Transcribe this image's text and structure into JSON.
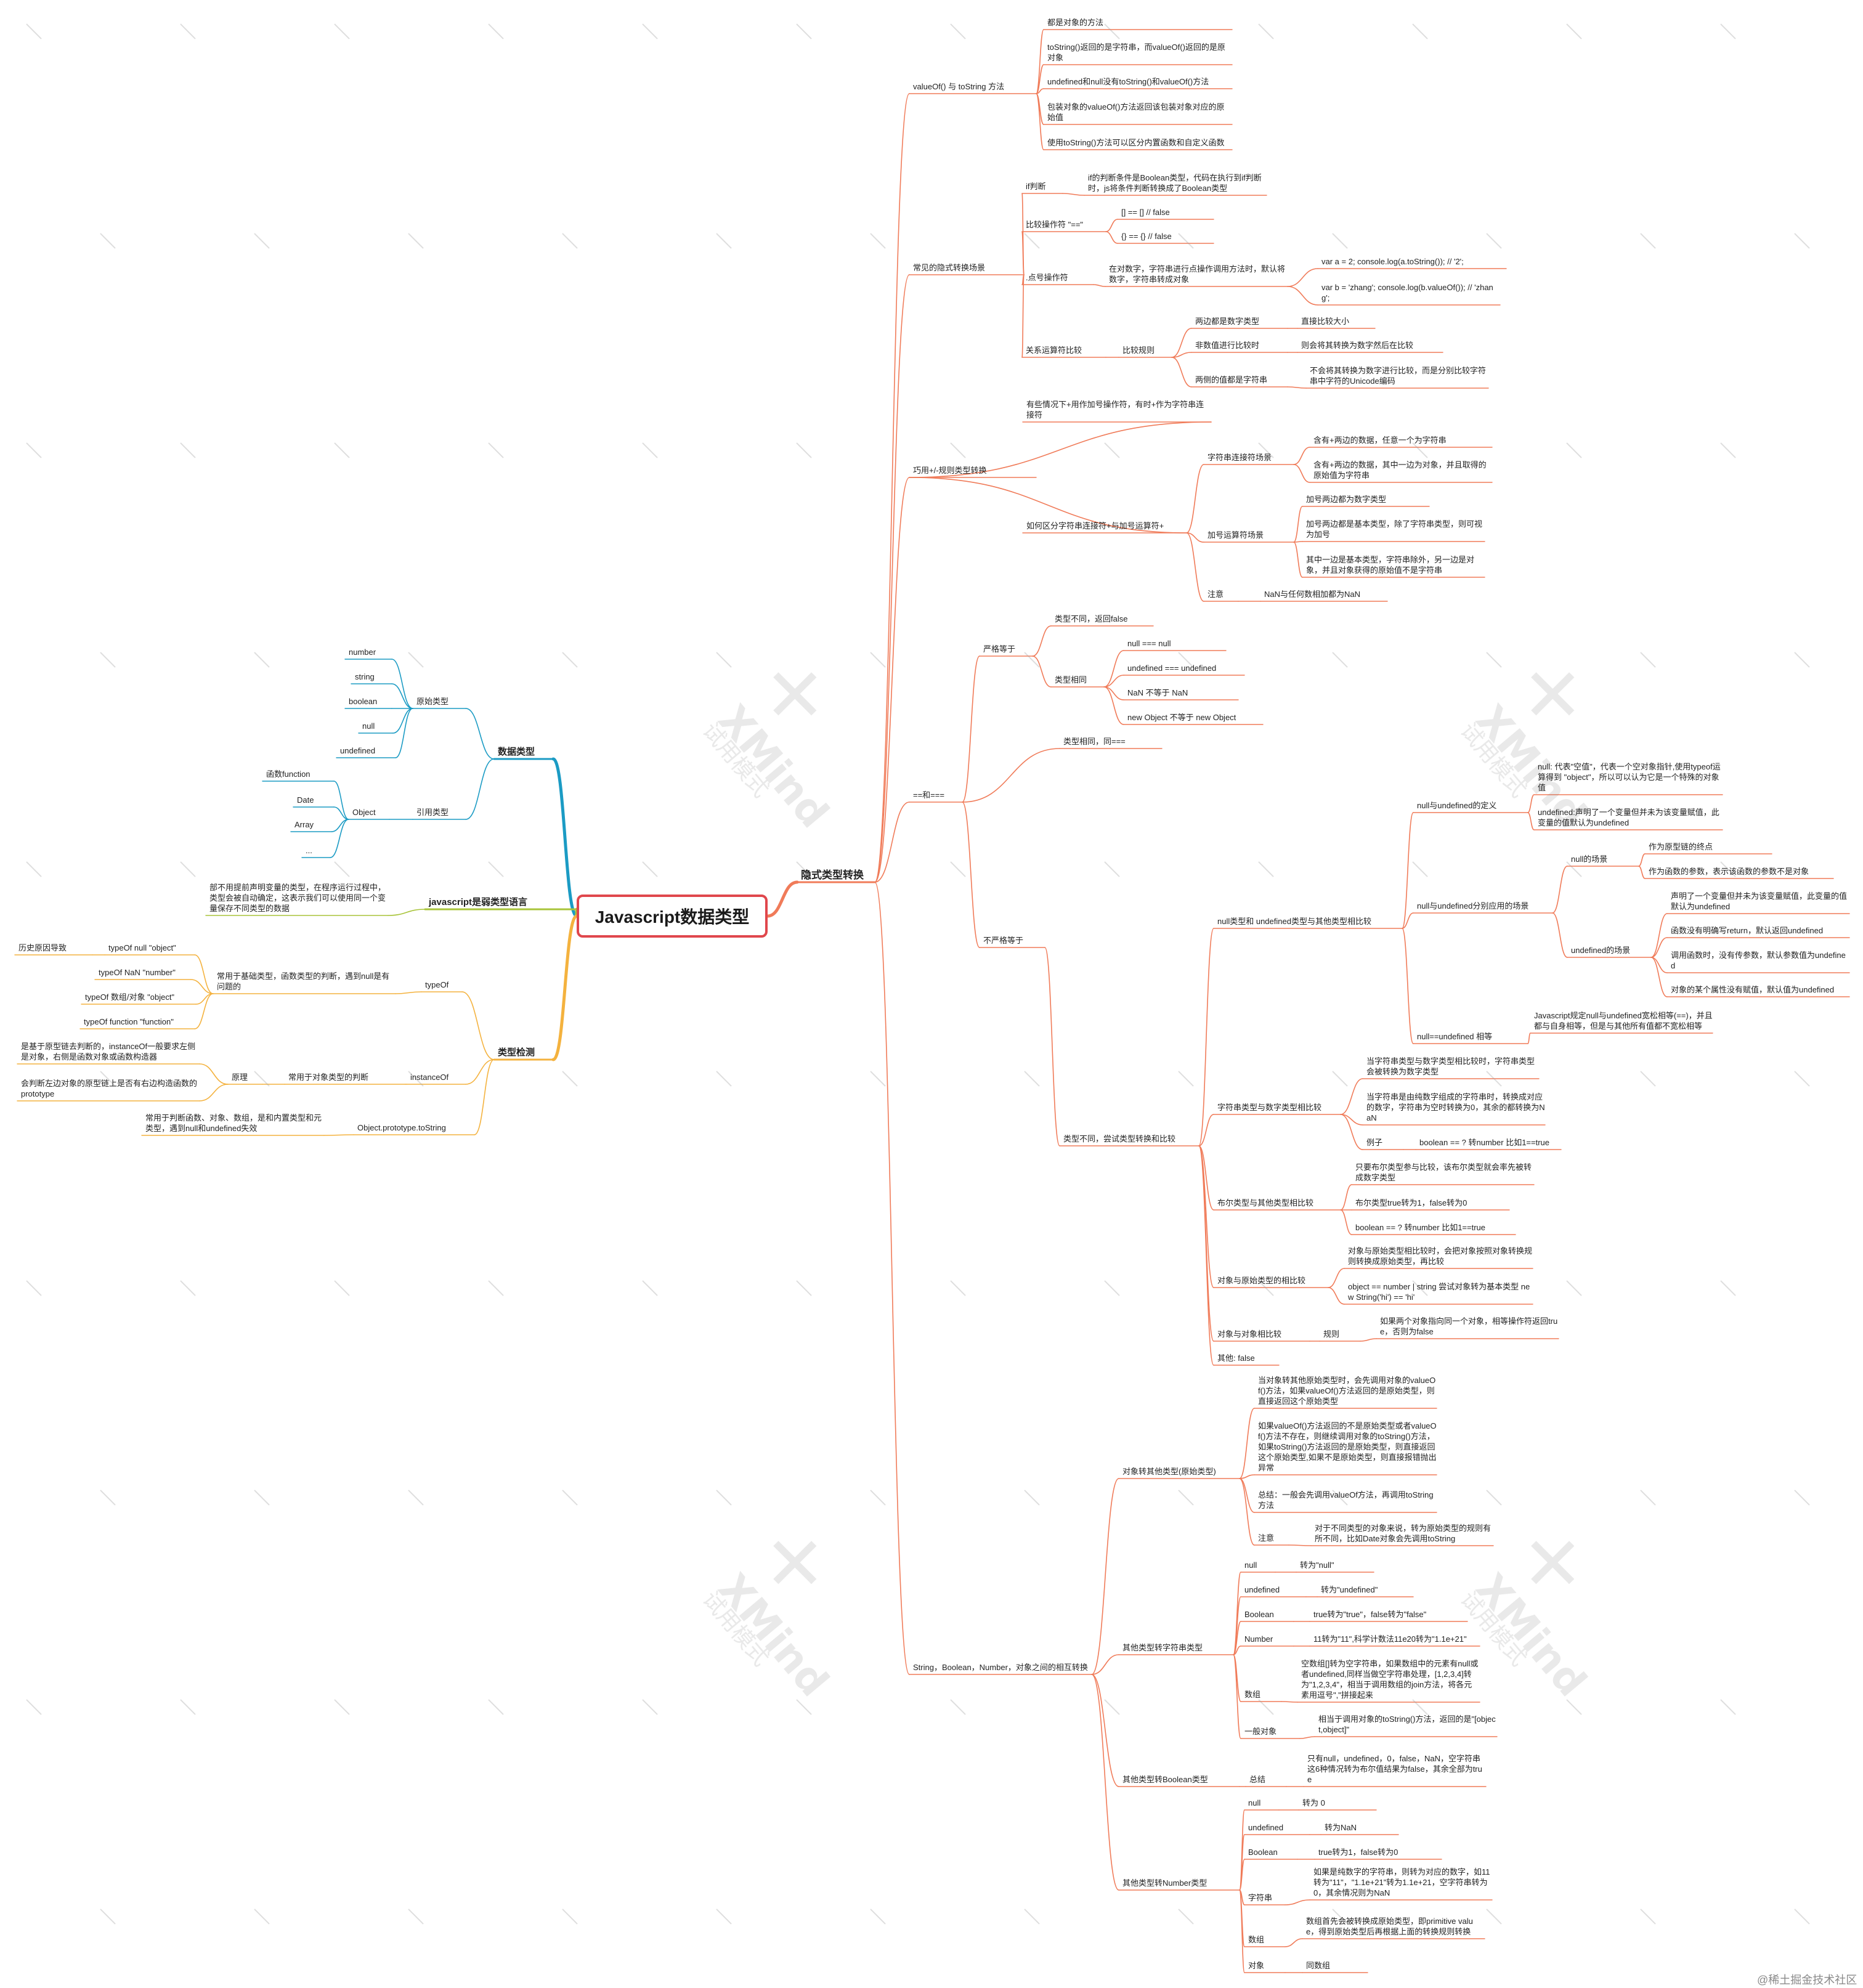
{
  "root": "Javascript数据类型",
  "watermark": {
    "brand": "XMind",
    "sub": "试用模式",
    "glyph": "✕"
  },
  "credit": "@稀土掘金技术社区",
  "colors": {
    "implicit": "#f07b59",
    "types": "#1b9bc4",
    "weak": "#a8c43a",
    "check": "#f4b23e",
    "root_border": "#e0474c"
  },
  "nodes": {
    "implicit": "隐式类型转换",
    "vts": "valueOf() 与 toString 方法",
    "vts1": "都是对象的方法",
    "vts2": "toString()返回的是字符串，而valueOf()返回的是原对象",
    "vts3": "undefined和null没有toString()和valueOf()方法",
    "vts4": "包装对象的valueOf()方法返回该包装对象对应的原始值",
    "vts5": "使用toString()方法可以区分内置函数和自定义函数",
    "sc": "常见的隐式转换场景",
    "sc_if": "if判断",
    "sc_if_d": "if的判断条件是Boolean类型，代码在执行到if判断时，js将条件判断转换成了Boolean类型",
    "sc_eq": "比较操作符 \"==\"",
    "sc_eq1": "[] == []  // false",
    "sc_eq2": "{} == {}  // false",
    "sc_dot": ".点号操作符",
    "sc_dot_d": "在对数字，字符串进行点操作调用方法时，默认将数字，字符串转成对象",
    "sc_dot1": "var a = 2;  console.log(a.toString()); // '2';",
    "sc_dot2": "var b = 'zhang';  console.log(b.valueOf()); // 'zhang';",
    "sc_rel": "关系运算符比较",
    "sc_rule": "比较规则",
    "sc_r1": "两边都是数字类型",
    "sc_r1d": "直接比较大小",
    "sc_r2": "非数值进行比较时",
    "sc_r2d": "则会将其转换为数字然后在比较",
    "sc_r3": "两侧的值都是字符串",
    "sc_r3d": "不会将其转换为数字进行比较，而是分别比较字符串中字符的Unicode编码",
    "pm": "巧用+/-规则类型转换",
    "pm1": "有些情况下+用作加号操作符，有时+作为字符串连接符",
    "pm2": "如何区分字符串连接符+与加号运算符+",
    "pm_s": "字符串连接符场景",
    "pm_s1": "含有+两边的数据，任意一个为字符串",
    "pm_s2": "含有+两边的数据，其中一边为对象，并且取得的原始值为字符串",
    "pm_a": "加号运算符场景",
    "pm_a1": "加号两边都为数字类型",
    "pm_a2": "加号两边都是基本类型，除了字符串类型，则可视为加号",
    "pm_a3": "其中一边是基本类型，字符串除外，另一边是对象，并且对象获得的原始值不是字符串",
    "pm_n": "注意",
    "pm_nd": "NaN与任何数相加都为NaN",
    "eq": "==和===",
    "st": "严格等于",
    "st_diff": "类型不同，返回false",
    "st_same": "类型相同",
    "st1": "null === null",
    "st2": "undefined === undefined",
    "st3": "NaN 不等于 NaN",
    "st4": "new Object 不等于 new Object",
    "ns_same": "类型相同，同===",
    "ns": "不严格等于",
    "ns_diff": "类型不同，尝试类型转换和比较",
    "nu": "null类型和 undefined类型与其他类型相比较",
    "nu_def": "null与undefined的定义",
    "nu_def1": "null: 代表\"空值\"，代表一个空对象指针,使用typeof运算得到 \"object\"，所以可以认为它是一个特殊的对象值",
    "nu_def2": "undefined:声明了一个变量但并未为该变量赋值，此变量的值默认为undefined",
    "nu_use": "null与undefined分别应用的场景",
    "nu_null": "null的场景",
    "nu_null1": "作为原型链的终点",
    "nu_null2": "作为函数的参数，表示该函数的参数不是对象",
    "nu_und": "undefined的场景",
    "nu_und1": "声明了一个变量但并未为该变量赋值，此变量的值默认为undefined",
    "nu_und2": "函数没有明确写return，默认返回undefined",
    "nu_und3": "调用函数时，没有传参数，默认参数值为undefined",
    "nu_und4": "对象的某个属性没有赋值，默认值为undefined",
    "nu_eq": "null==undefined 相等",
    "nu_eq_d": "Javascript规定null与undefined宽松相等(==)，并且都与自身相等，但是与其他所有值都不宽松相等",
    "sn": "字符串类型与数字类型相比较",
    "sn1": "当字符串类型与数字类型相比较时，字符串类型会被转换为数字类型",
    "sn2": "当字符串是由纯数字组成的字符串时，转换成对应的数字，字符串为空时转换为0，其余的都转换为NaN",
    "sn3": "例子",
    "sn3d": "boolean == ? 转number 比如1==true",
    "bo": "布尔类型与其他类型相比较",
    "bo1": "只要布尔类型参与比较，该布尔类型就会率先被转成数字类型",
    "bo2": "布尔类型true转为1，false转为0",
    "bo3": "boolean == ? 转number 比如1==true",
    "ob": "对象与原始类型的相比较",
    "ob1": "对象与原始类型相比较时，会把对象按照对象转换规则转换成原始类型，再比较",
    "ob2": "object == number | string 尝试对象转为基本类型  new String('hi') == 'hi'",
    "oo": "对象与对象相比较",
    "oo_rule": "规则",
    "oo_rule_d": "如果两个对象指向同一个对象，相等操作符返回true，否则为false",
    "other": "其他: false",
    "conv": "String，Boolean，Number，对象之间的相互转换",
    "op": "对象转其他类型(原始类型)",
    "op1": "当对象转其他原始类型时，会先调用对象的valueOf()方法，如果valueOf()方法返回的是原始类型，则直接返回这个原始类型",
    "op2": "如果valueOf()方法返回的不是原始类型或者valueOf()方法不存在，则继续调用对象的toString()方法，如果toString()方法返回的是原始类型，则直接返回这个原始类型,如果不是原始类型，则直接报错抛出异常",
    "op3": "总结：一般会先调用valueOf方法，再调用toString方法",
    "op_n": "注意",
    "op_nd": "对于不同类型的对象来说，转为原始类型的规则有所不同，比如Date对象会先调用toString",
    "ts": "其他类型转字符串类型",
    "ts_null": "null",
    "ts_null_d": "转为\"null\"",
    "ts_und": "undefined",
    "ts_und_d": "转为\"undefined\"",
    "ts_bool": "Boolean",
    "ts_bool_d": "true转为\"true\"，false转为\"false\"",
    "ts_num": "Number",
    "ts_num_d": "11转为\"11\",科学计数法11e20转为\"1.1e+21\"",
    "ts_arr": "数组",
    "ts_arr_d": "空数组[]转为空字符串，如果数组中的元素有null或者undefined,同样当做空字符串处理，[1,2,3,4]转为\"1,2,3,4\"，相当于调用数组的join方法，将各元素用逗号\",\"拼接起来",
    "ts_obj": "一般对象",
    "ts_obj_d": "相当于调用对象的toString()方法，返回的是\"[object,object]\"",
    "tb": "其他类型转Boolean类型",
    "tb_s": "总结",
    "tb_sd": "只有null，undefined，0，false，NaN，空字符串这6种情况转为布尔值结果为false，其余全部为true",
    "tn": "其他类型转Number类型",
    "tn_null": "null",
    "tn_null_d": "转为 0",
    "tn_und": "undefined",
    "tn_und_d": "转为NaN",
    "tn_bool": "Boolean",
    "tn_bool_d": "true转为1，false转为0",
    "tn_str": "字符串",
    "tn_str_d": "如果是纯数字的字符串，则转为对应的数字，如11转为\"11\"，\"1.1e+21\"转为1.1e+21，空字符串转为0，其余情况则为NaN",
    "tn_arr": "数组",
    "tn_arr_d": "数组首先会被转换成原始类型，即primitive value，得到原始类型后再根据上面的转换规则转换",
    "tn_obj": "对象",
    "tn_obj_d": "同数组",
    "types": "数据类型",
    "prim": "原始类型",
    "p1": "number",
    "p2": "string",
    "p3": "boolean",
    "p4": "null",
    "p5": "undefined",
    "ref": "引用类型",
    "obj": "Object",
    "o1": "函数function",
    "o2": "Date",
    "o3": "Array",
    "o4": "...",
    "weak": "javascript是弱类型语言",
    "weak_d": "部不用提前声明变量的类型，在程序运行过程中，类型会被自动确定，这表示我们可以使用同一个变量保存不同类型的数据",
    "check": "类型检测",
    "to": "typeOf",
    "to_d": "常用于基础类型，函数类型的判断，遇到null是有问题的",
    "to1": "typeOf null \"object\"",
    "to1_note": "历史原因导致",
    "to2": "typeOf NaN \"number\"",
    "to3": "typeOf 数组/对象 \"object\"",
    "to4": "typeOf function \"function\"",
    "io": "instanceOf",
    "io_d": "常用于对象类型的判断",
    "io_p": "原理",
    "io_p1": "是基于原型链去判断的，instanceOf一般要求左侧是对象，右侧是函数对象或函数构造器",
    "io_p2": "会判断左边对象的原型链上是否有右边构造函数的prototype",
    "ots": "Object.prototype.toString",
    "ots_d": "常用于判断函数、对象、数组，是和内置类型和元类型，遇到null和undefined失效"
  }
}
